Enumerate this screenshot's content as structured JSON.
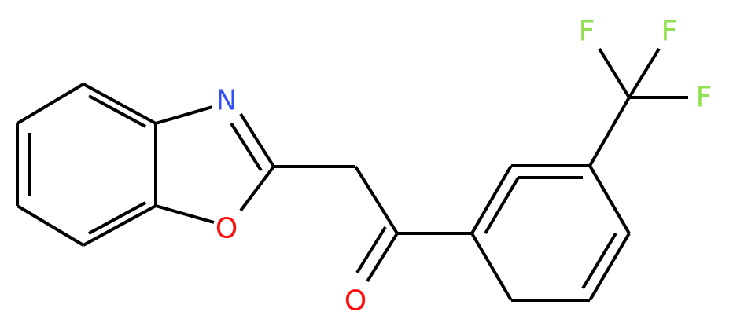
{
  "background": "#ffffff",
  "bond_color": "#000000",
  "atoms": {
    "N": {
      "label": "N",
      "color": "#3050F8"
    },
    "O1": {
      "label": "O",
      "color": "#FF0D0D"
    },
    "O2": {
      "label": "O",
      "color": "#FF0D0D"
    },
    "F1": {
      "label": "F",
      "color": "#90E050"
    },
    "F2": {
      "label": "F",
      "color": "#90E050"
    },
    "F3": {
      "label": "F",
      "color": "#90E050"
    }
  }
}
